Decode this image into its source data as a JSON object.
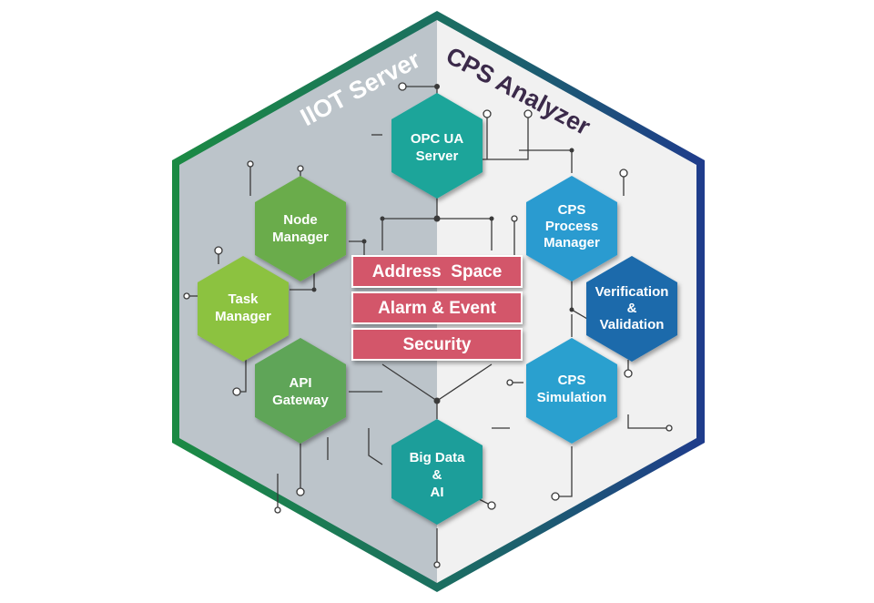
{
  "regions": {
    "iiot": {
      "label": "IIOT Server",
      "color": "#ffffff"
    },
    "cps": {
      "label": "CPS Analyzer",
      "color": "#3b2a4a"
    }
  },
  "nodes": {
    "opc_ua": {
      "line1": "OPC UA",
      "line2": "Server",
      "color": "#1aa59a"
    },
    "node_manager": {
      "line1": "Node",
      "line2": "Manager",
      "color": "#6aac4c"
    },
    "task_manager": {
      "line1": "Task",
      "line2": "Manager",
      "color": "#8cc23f"
    },
    "api_gateway": {
      "line1": "API",
      "line2": "Gateway",
      "color": "#5fa558"
    },
    "big_data": {
      "line1": "Big Data",
      "line2": "&",
      "line3": "AI",
      "color": "#1e9e9a"
    },
    "cps_process": {
      "line1": "CPS",
      "line2": "Process",
      "line3": "Manager",
      "color": "#2b9bd0"
    },
    "verification": {
      "line1": "Verification",
      "line2": "&",
      "line3": "Validation",
      "color": "#1a6aab"
    },
    "cps_simulation": {
      "line1": "CPS",
      "line2": "Simulation",
      "color": "#2aa0cf"
    }
  },
  "center": {
    "items": [
      "Address  Space",
      "Alarm & Event",
      "Security"
    ],
    "color": "#d3566b"
  },
  "colors": {
    "frame_left": "#1b8a43",
    "frame_right": "#1f3c8c",
    "left_bg": "#bcc4ca",
    "right_bg": "#f1f1f1",
    "wire": "#3a3a3a"
  }
}
